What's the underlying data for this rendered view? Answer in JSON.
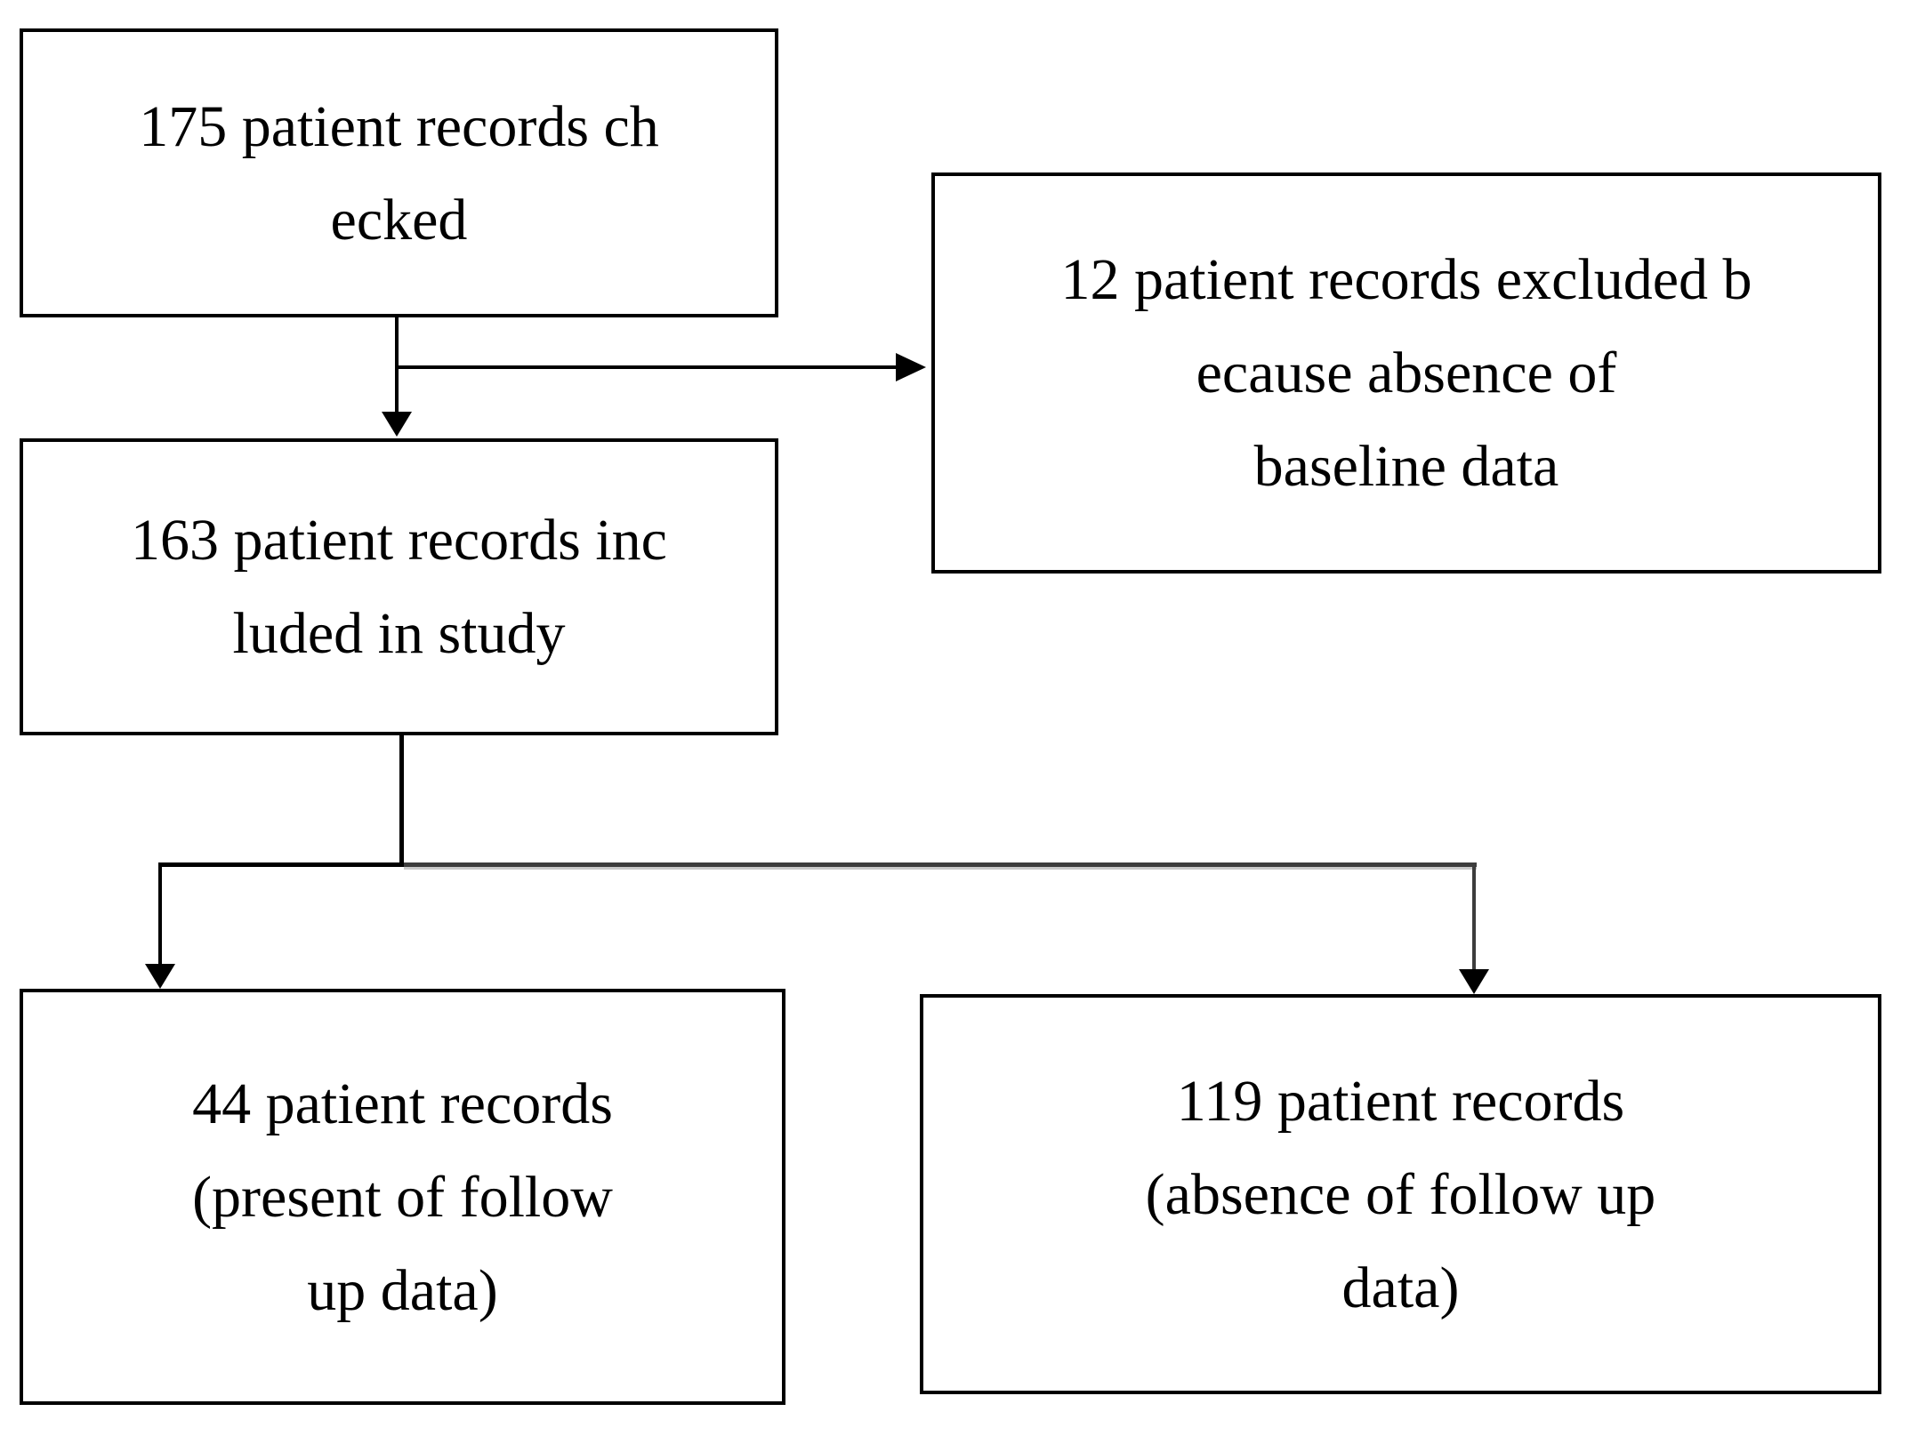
{
  "diagram": {
    "background_color": "#ffffff",
    "box_border_color": "#000000",
    "text_color": "#000000",
    "connector_color": "#000000",
    "branch_connector_color": "#3d3d3d",
    "branch_connector_underline_color": "#c9c9c9",
    "nodes": {
      "checked": {
        "lines": [
          "175 patient records ch",
          "ecked"
        ]
      },
      "excluded": {
        "lines": [
          "12 patient records excluded b",
          "ecause absence of",
          "baseline data"
        ]
      },
      "included": {
        "lines": [
          "163 patient records inc",
          "luded in study"
        ]
      },
      "followup_present": {
        "lines": [
          "44 patient records",
          "(present of follow",
          "up data)"
        ]
      },
      "followup_absent": {
        "lines": [
          "119 patient records",
          "(absence of follow up",
          "data)"
        ]
      }
    }
  }
}
